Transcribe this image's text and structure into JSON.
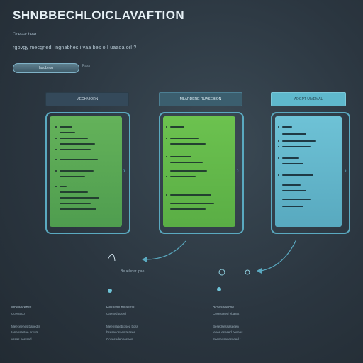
{
  "header": {
    "title": "SHNBBECHLOICLAVAFTION",
    "subtitle": "Ocessc bear",
    "description": "rgovgy mecgnedl lngnabhes i vaa bes o I uaaoa orl ?"
  },
  "toolbar": {
    "pill_label": "lasubhon",
    "pill_tag": "Pass"
  },
  "columns": [
    {
      "header": "MECHNIORN"
    },
    {
      "header": "MLARDERE RUASEBION"
    },
    {
      "header": "ADGPT UIVEMAL"
    }
  ],
  "midflow": {
    "label_left": "Beuelsnar lpae",
    "icons": [
      "arrow-curve-icon",
      "node-icon",
      "refresh-icon"
    ]
  },
  "footer": {
    "col1": {
      "title": "Mbeaecebstl",
      "subtitle": "Ccesteco",
      "lines": [
        "Meeceehes babedts",
        "Ianensastee brsats",
        "vssas bestsed"
      ]
    },
    "col2": {
      "title": "Ees lase nelae t/s",
      "subtitle": "Caesed tosed",
      "lines": [
        "Meensasebtosed boss",
        "bsesecosaes teases",
        "Cosesedeobosees"
      ]
    },
    "col3": {
      "title": "Bcseseeedse",
      "subtitle": "Cosesceed ebaset",
      "lines": [
        "Besedsessaseeen",
        "Ieoes esesed besees",
        "Seesedsesesseed t"
      ]
    }
  }
}
